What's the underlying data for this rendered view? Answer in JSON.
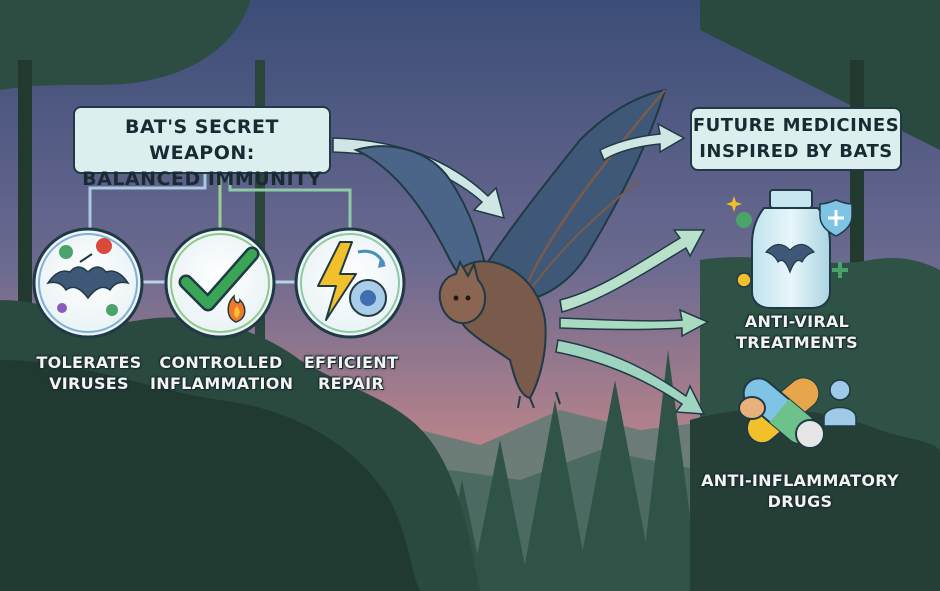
{
  "left_panel": {
    "title_line1": "BAT'S SECRET WEAPON:",
    "title_line2": "BALANCED IMMUNITY",
    "traits": [
      {
        "line1": "TOLERATES",
        "line2": "VIRUSES",
        "icon": "bat-virus-icon"
      },
      {
        "line1": "CONTROLLED",
        "line2": "INFLAMMATION",
        "icon": "checkmark-flame-icon"
      },
      {
        "line1": "EFFICIENT",
        "line2": "REPAIR",
        "icon": "lightning-cell-icon"
      }
    ]
  },
  "right_panel": {
    "title_line1": "FUTURE MEDICINES",
    "title_line2": "INSPIRED BY BATS",
    "outcomes": [
      {
        "line1": "ANTI-VIRAL",
        "line2": "TREATMENTS",
        "icon": "vaccine-bottle-icon"
      },
      {
        "line1": "ANTI-INFLAMMATORY",
        "line2": "DRUGS",
        "icon": "pills-icon"
      }
    ]
  },
  "colors": {
    "sky_top": "#3d4f7a",
    "sky_mid": "#7a6b8e",
    "sky_bottom": "#d89a7e",
    "forest_dark": "#243d36",
    "forest_mid": "#2f5145",
    "box_fill": "#dcefee",
    "outline": "#1f3a45",
    "bat_body": "#7a5a4a",
    "bat_wing": "#3f5878",
    "arrow": "#cfe6e4",
    "check_green": "#3aa655",
    "flame_orange": "#f07a2a",
    "lightning_yellow": "#f2c02a"
  }
}
